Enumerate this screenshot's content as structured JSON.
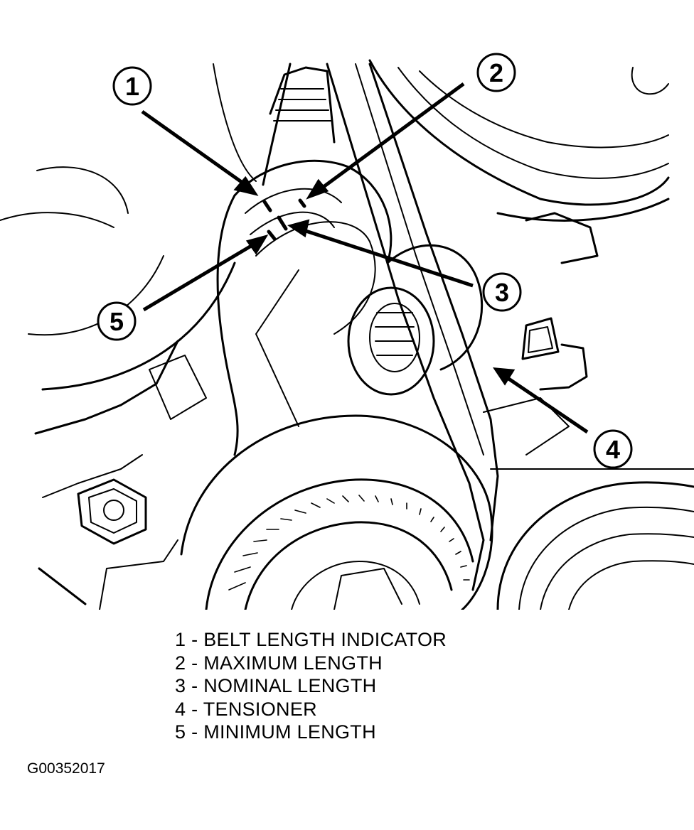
{
  "callouts": [
    {
      "id": "callout-1",
      "number": "1"
    },
    {
      "id": "callout-2",
      "number": "2"
    },
    {
      "id": "callout-3",
      "number": "3"
    },
    {
      "id": "callout-4",
      "number": "4"
    },
    {
      "id": "callout-5",
      "number": "5"
    }
  ],
  "legend": [
    "1 - BELT LENGTH INDICATOR",
    "2 - MAXIMUM LENGTH",
    "3 - NOMINAL LENGTH",
    "4 - TENSIONER",
    "5 - MINIMUM LENGTH"
  ],
  "figure_id": "G00352017"
}
